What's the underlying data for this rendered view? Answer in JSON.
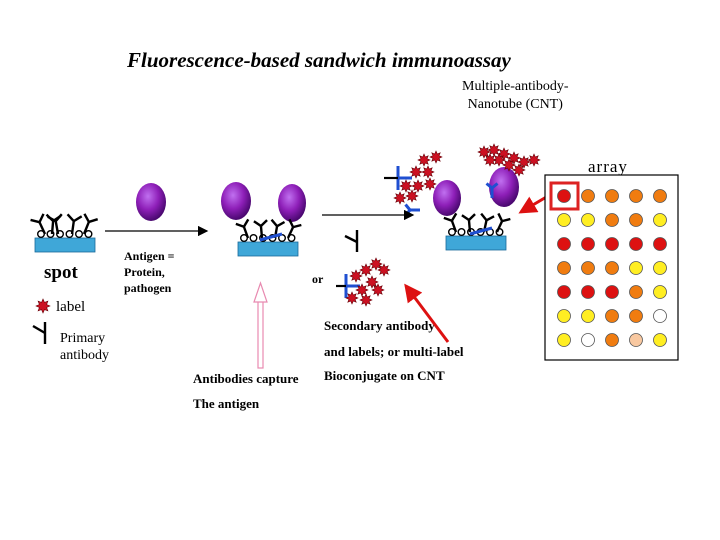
{
  "title": "Fluorescence-based sandwich immunoassay",
  "nanotube_label": {
    "line1": "Multiple-antibody-",
    "line2": "Nanotube (CNT)"
  },
  "array_label": "array",
  "spot_label": "spot",
  "antigen_label": {
    "line1": "Antigen =",
    "line2": "Protein,",
    "line3": "pathogen"
  },
  "or_label": "or",
  "label_legend": "label",
  "primary_antibody_label": {
    "line1": "Primary",
    "line2": "antibody"
  },
  "secondary_label": {
    "line1": "Secondary antibody",
    "line2": "and labels; or multi-label",
    "line3": "Bioconjugate on CNT"
  },
  "capture_label": {
    "line1": "Antibodies capture",
    "line2": "The antigen"
  },
  "colors": {
    "surface": "#3fa7d8",
    "antigen": "#8e1fb8",
    "label": "#cc1122",
    "antibody_blue": "#1f4fd1",
    "arrow_red": "#dd1111",
    "capture_arrow": "#e88ab0",
    "highlight_box": "#dd2222"
  },
  "spot_array": [
    [
      "red",
      "orange",
      "orange",
      "orange",
      "orange"
    ],
    [
      "yellow",
      "yellow",
      "orange",
      "orange",
      "yellow"
    ],
    [
      "red",
      "red",
      "red",
      "red",
      "red"
    ],
    [
      "orange",
      "orange",
      "orange",
      "yellow",
      "yellow"
    ],
    [
      "red",
      "red",
      "red",
      "orange",
      "yellow"
    ],
    [
      "yellow",
      "yellow",
      "orange",
      "orange",
      "white"
    ],
    [
      "yellow",
      "white",
      "orange",
      "peach",
      "yellow"
    ]
  ],
  "spot_colors": {
    "red": "#dd1111",
    "orange": "#f07c10",
    "yellow": "#ffee22",
    "white": "#ffffff",
    "peach": "#f8c8a0"
  },
  "highlighted_spot": {
    "row": 0,
    "col": 0
  }
}
